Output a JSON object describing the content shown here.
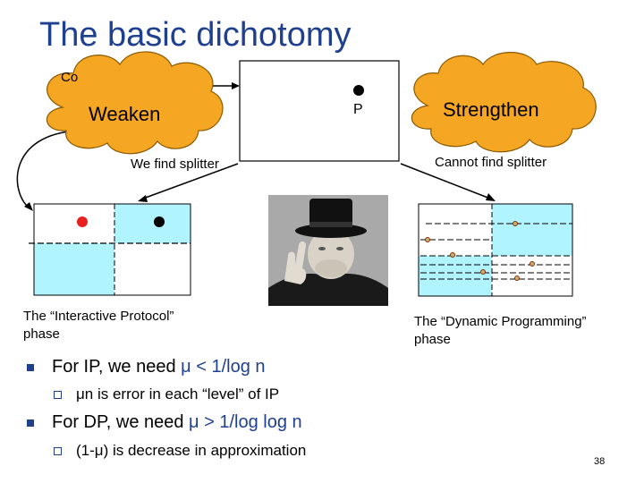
{
  "slide": {
    "title": "The basic dichotomy",
    "condition_label": "Co",
    "point_label": "P",
    "weaken_label": "Weaken",
    "strengthen_label": "Strengthen",
    "find_splitter": "We find splitter",
    "cannot_find_splitter": "Cannot find splitter",
    "ip_phase": [
      "The “Interactive Protocol”",
      "phase"
    ],
    "dp_phase": [
      "The “Dynamic Programming”",
      "phase"
    ],
    "bullets": [
      {
        "prefix": "For IP, we need ",
        "math": "μ < 1/log n",
        "sub": "μn is error in each “level” of IP"
      },
      {
        "prefix": "For DP, we need ",
        "math": "μ > 1/log log n",
        "sub": "(1-μ) is decrease in approximation"
      }
    ],
    "page_number": "38"
  },
  "colors": {
    "title": "#1f3f8f",
    "cloud": "#f5a623",
    "cloud_edge": "#8a5a00",
    "cyan": "#aff4ff",
    "red_point": "#e82020",
    "dot_fill": "#c8b070",
    "dot_edge": "#8a2a00"
  },
  "icons": {
    "weaken_cloud": "cloud-shape",
    "strengthen_cloud": "cloud-shape",
    "bullet_level1": "square-bullet",
    "bullet_level2": "hollow-square-bullet",
    "portrait": "man-in-top-hat-victory-sign"
  }
}
